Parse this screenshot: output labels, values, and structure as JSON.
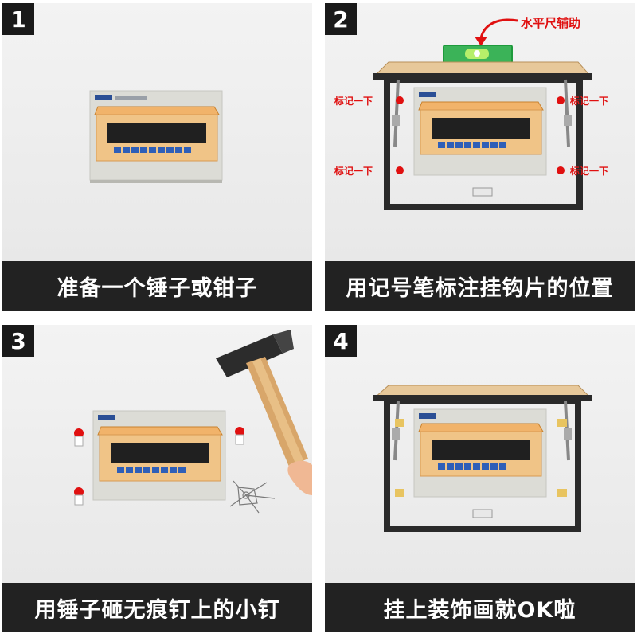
{
  "panels": [
    {
      "number": "1",
      "caption": "准备一个锤子或钳子"
    },
    {
      "number": "2",
      "caption": "用记号笔标注挂钩片的位置",
      "level_label": "水平尺辅助",
      "mark_label": "标记一下"
    },
    {
      "number": "3",
      "caption": "用锤子砸无痕钉上的小钉"
    },
    {
      "number": "4",
      "caption": "挂上装饰画就OK啦"
    }
  ],
  "colors": {
    "caption_bg": "#222222",
    "annotation_red": "#e01010",
    "box_body": "#dcdcd6",
    "box_cover": "#e8a860",
    "breaker_blue": "#2f5fb8"
  }
}
